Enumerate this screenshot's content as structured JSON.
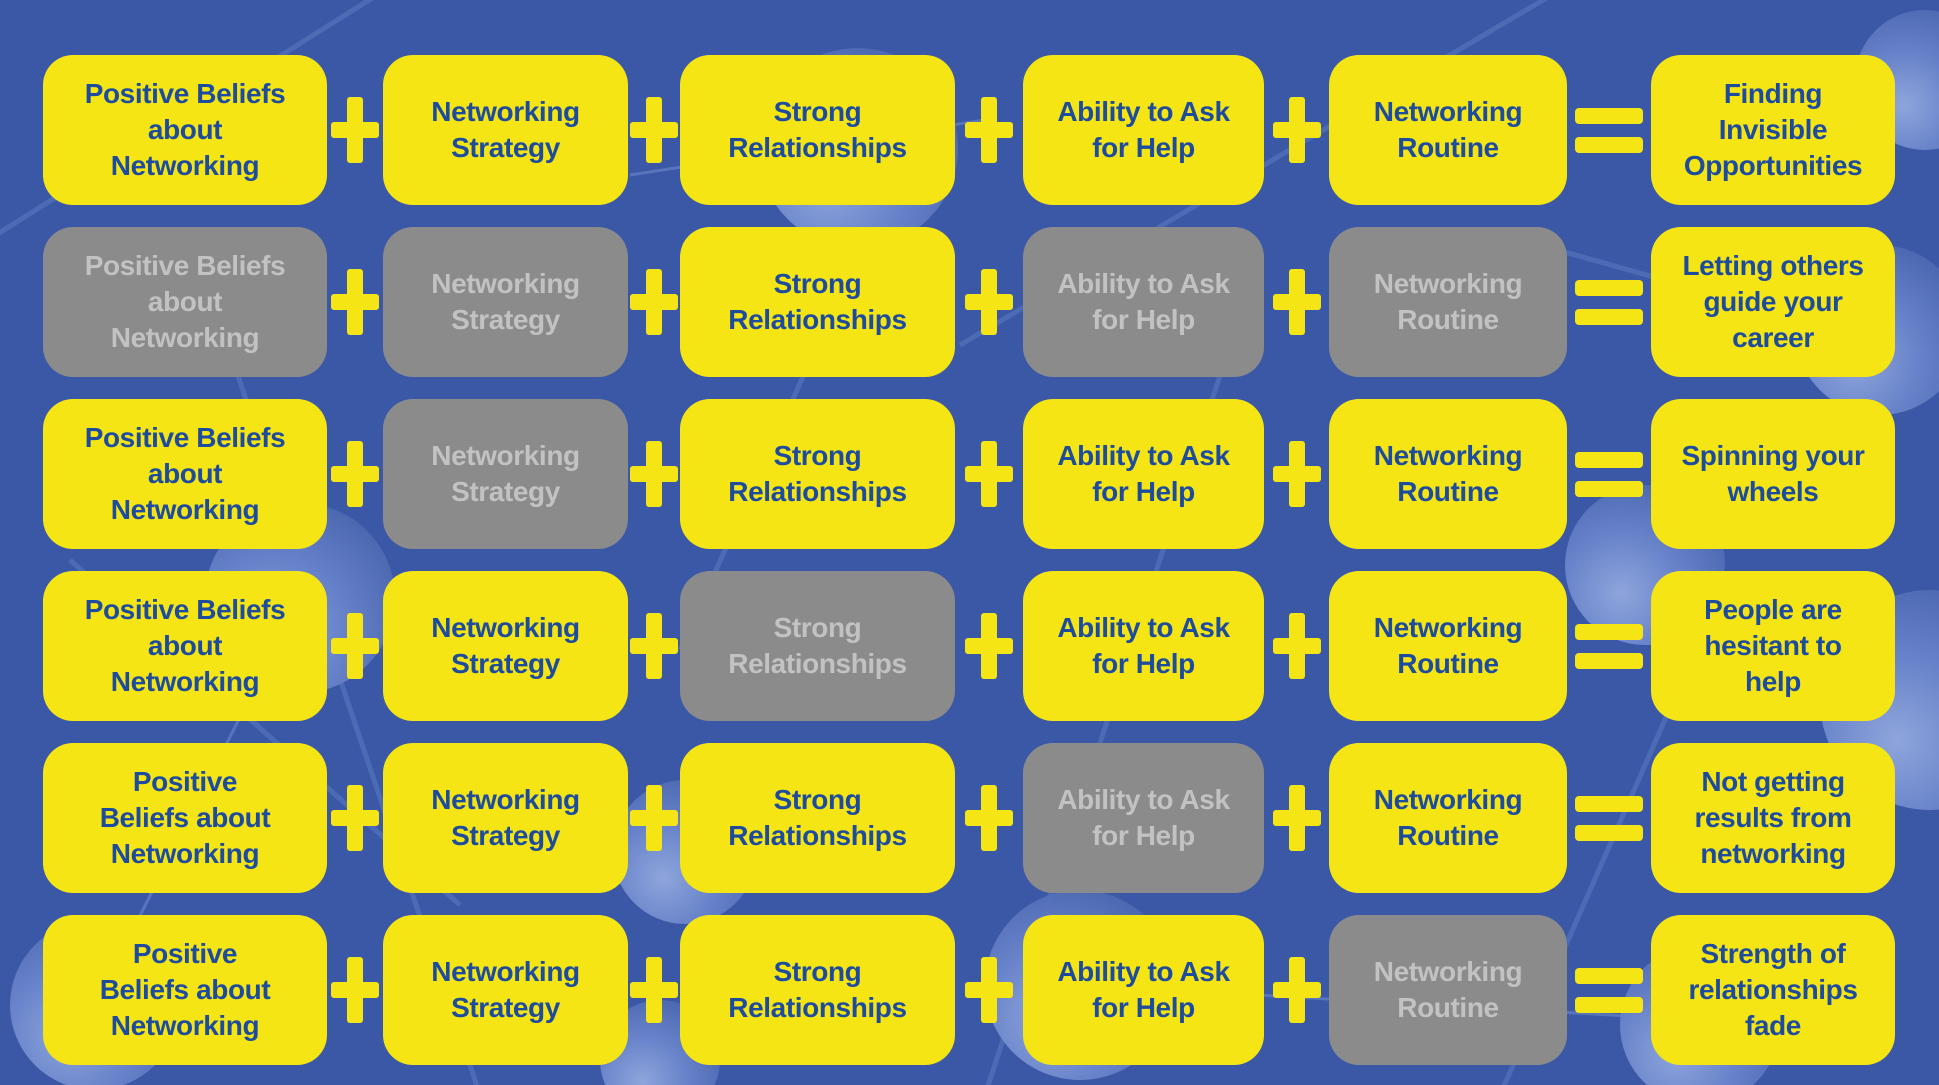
{
  "colors": {
    "background": "#3A58A6",
    "box_active_bg": "#F5E514",
    "box_active_text": "#1D4C9F",
    "box_inactive_bg": "#8B8B8B",
    "box_inactive_text": "#C2C2C2",
    "operator": "#F5E514",
    "network_line": "#4E6DB6",
    "network_sphere": "#6B86CC"
  },
  "rows": [
    {
      "cells": [
        {
          "label": "Positive Beliefs\nabout\nNetworking",
          "active": true
        },
        {
          "label": "Networking\nStrategy",
          "active": true
        },
        {
          "label": "Strong\nRelationships",
          "active": true
        },
        {
          "label": "Ability to Ask\nfor Help",
          "active": true
        },
        {
          "label": "Networking\nRoutine",
          "active": true
        }
      ],
      "result": {
        "label": "Finding\nInvisible\nOpportunities",
        "active": true
      }
    },
    {
      "cells": [
        {
          "label": "Positive Beliefs\nabout\nNetworking",
          "active": false
        },
        {
          "label": "Networking\nStrategy",
          "active": false
        },
        {
          "label": "Strong\nRelationships",
          "active": true
        },
        {
          "label": "Ability to Ask\nfor Help",
          "active": false
        },
        {
          "label": "Networking\nRoutine",
          "active": false
        }
      ],
      "result": {
        "label": "Letting others\nguide your\ncareer",
        "active": true
      }
    },
    {
      "cells": [
        {
          "label": "Positive Beliefs\nabout\nNetworking",
          "active": true
        },
        {
          "label": "Networking\nStrategy",
          "active": false
        },
        {
          "label": "Strong\nRelationships",
          "active": true
        },
        {
          "label": "Ability to Ask\nfor Help",
          "active": true
        },
        {
          "label": "Networking\nRoutine",
          "active": true
        }
      ],
      "result": {
        "label": "Spinning your\nwheels",
        "active": true
      }
    },
    {
      "cells": [
        {
          "label": "Positive Beliefs\nabout\nNetworking",
          "active": true
        },
        {
          "label": "Networking\nStrategy",
          "active": true
        },
        {
          "label": "Strong\nRelationships",
          "active": false
        },
        {
          "label": "Ability to Ask\nfor Help",
          "active": true
        },
        {
          "label": "Networking\nRoutine",
          "active": true
        }
      ],
      "result": {
        "label": "People are\nhesitant to\nhelp",
        "active": true
      }
    },
    {
      "cells": [
        {
          "label": "Positive\nBeliefs about\nNetworking",
          "active": true
        },
        {
          "label": "Networking\nStrategy",
          "active": true
        },
        {
          "label": "Strong\nRelationships",
          "active": true
        },
        {
          "label": "Ability to Ask\nfor Help",
          "active": false
        },
        {
          "label": "Networking\nRoutine",
          "active": true
        }
      ],
      "result": {
        "label": "Not getting\nresults from\nnetworking",
        "active": true
      }
    },
    {
      "cells": [
        {
          "label": "Positive\nBeliefs about\nNetworking",
          "active": true
        },
        {
          "label": "Networking\nStrategy",
          "active": true
        },
        {
          "label": "Strong\nRelationships",
          "active": true
        },
        {
          "label": "Ability to Ask\nfor Help",
          "active": true
        },
        {
          "label": "Networking\nRoutine",
          "active": false
        }
      ],
      "result": {
        "label": "Strength of\nrelationships\nfade",
        "active": true
      }
    }
  ]
}
